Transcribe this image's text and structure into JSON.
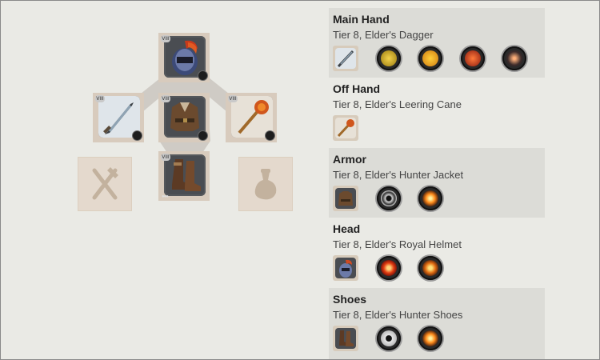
{
  "equipment": [
    {
      "slot": "Main Hand",
      "item": "Tier 8, Elder's Dagger",
      "item_icon": "dagger-icon",
      "spells": [
        "golden-shield-spell-icon",
        "orange-dash-spell-icon",
        "red-strike-spell-icon",
        "dark-star-spell-icon"
      ]
    },
    {
      "slot": "Off Hand",
      "item": "Tier 8, Elder's Leering Cane",
      "item_icon": "cane-icon",
      "spells": []
    },
    {
      "slot": "Armor",
      "item": "Tier 8, Elder's Hunter Jacket",
      "item_icon": "jacket-icon",
      "spells": [
        "vortex-spell-icon",
        "fire-spell-icon"
      ]
    },
    {
      "slot": "Head",
      "item": "Tier 8, Elder's Royal Helmet",
      "item_icon": "helmet-icon",
      "spells": [
        "red-shield-spell-icon",
        "fire-shield-spell-icon"
      ]
    },
    {
      "slot": "Shoes",
      "item": "Tier 8, Elder's Hunter Shoes",
      "item_icon": "boots-icon",
      "spells": [
        "runner-spell-icon",
        "fire-spell-icon"
      ]
    }
  ],
  "paperdoll": {
    "tier_label": "VIII",
    "empty_slots": [
      "food-icon",
      "potion-icon"
    ]
  },
  "colors": {
    "section_shade": "#dcdcd7",
    "background": "#eaeae5",
    "slot_frame": "#d8cbbd"
  }
}
